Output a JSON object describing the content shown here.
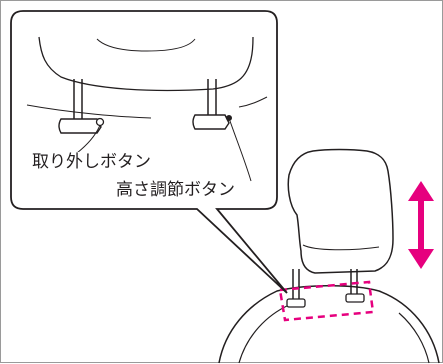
{
  "labels": {
    "release_button": "取り外しボタン",
    "height_adjust_button": "高さ調節ボタン"
  },
  "icons": {
    "movement": "up-down-double-arrow"
  },
  "colors": {
    "line": "#231f20",
    "accent": "#e6007e",
    "frame": "#9a9a9a",
    "background": "#ffffff"
  }
}
